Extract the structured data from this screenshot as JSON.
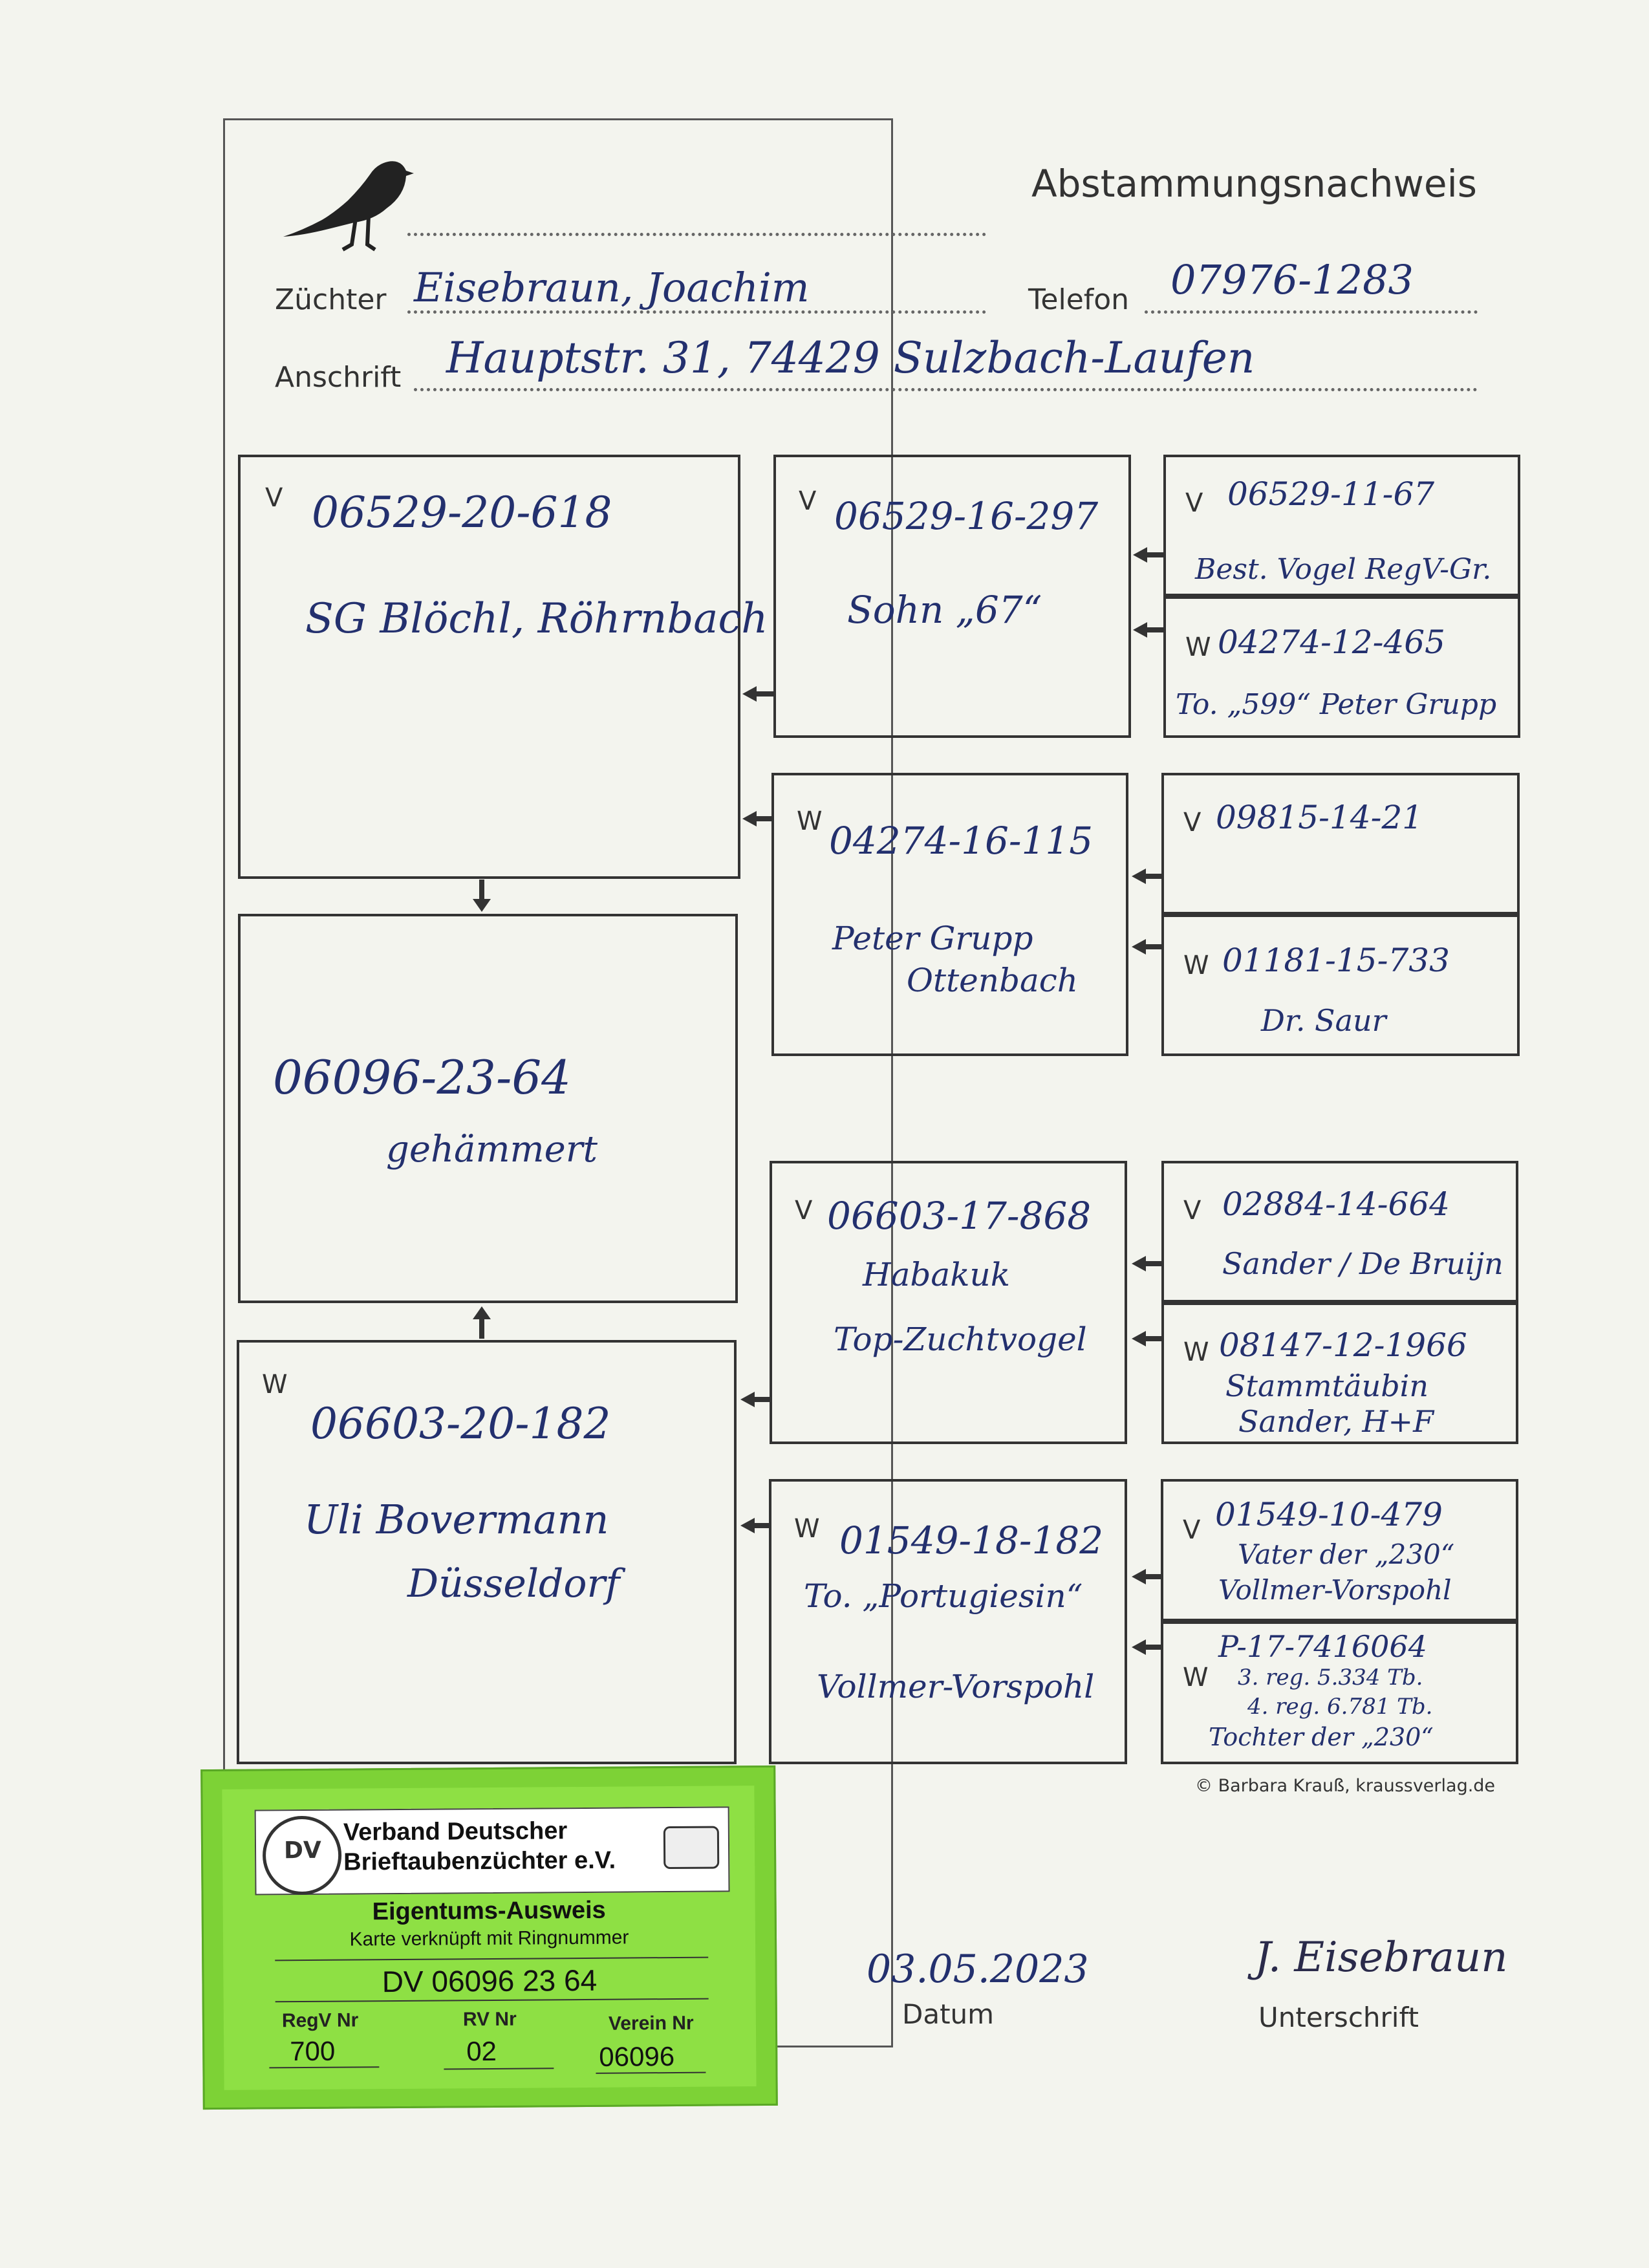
{
  "header": {
    "title": "Abstammungsnachweis",
    "zuechter_label": "Züchter",
    "zuechter_value": "Eisebraun, Joachim",
    "telefon_label": "Telefon",
    "telefon_value": "07976-1283",
    "anschrift_label": "Anschrift",
    "anschrift_value": "Hauptstr. 31, 74429 Sulzbach-Laufen"
  },
  "subject": {
    "ring": "06096-23-64",
    "note": "gehämmert"
  },
  "father": {
    "sex": "V",
    "ring": "06529-20-618",
    "line1": "SG Blöchl, Röhrnbach"
  },
  "mother": {
    "sex": "W",
    "ring": "06603-20-182",
    "line1": "Uli Bovermann",
    "line2": "Düsseldorf"
  },
  "gp_vv": {
    "sex": "V",
    "ring": "06529-16-297",
    "line1": "Sohn „67“"
  },
  "gp_vw": {
    "sex": "W",
    "ring": "04274-16-115",
    "line1": "Peter Grupp",
    "line2": "Ottenbach"
  },
  "gp_wv": {
    "sex": "V",
    "ring": "06603-17-868",
    "line1": "Habakuk",
    "line2": "Top-Zuchtvogel"
  },
  "gp_ww": {
    "sex": "W",
    "ring": "01549-18-182",
    "line1": "To. „Portugiesin“",
    "line2": "Vollmer-Vorspohl"
  },
  "ggp": [
    {
      "sex": "V",
      "ring": "06529-11-67",
      "line1": "Best. Vogel RegV-Gr."
    },
    {
      "sex": "W",
      "ring": "04274-12-465",
      "line1": "To. „599“ Peter Grupp"
    },
    {
      "sex": "V",
      "ring": "09815-14-21",
      "line1": ""
    },
    {
      "sex": "W",
      "ring": "01181-15-733",
      "line1": "Dr. Saur"
    },
    {
      "sex": "V",
      "ring": "02884-14-664",
      "line1": "Sander / De Bruijn"
    },
    {
      "sex": "W",
      "ring": "08147-12-1966",
      "line1": "Stammtäubin",
      "line2": "Sander, H+F"
    },
    {
      "sex": "V",
      "ring": "01549-10-479",
      "line1": "Vater der „230“",
      "line2": "Vollmer-Vorspohl"
    },
    {
      "sex": "W",
      "ring": "P-17-7416064",
      "line1": "3. reg. 5.334 Tb.",
      "line2": "4. reg. 6.781 Tb.",
      "line3": "Tochter der „230“"
    }
  ],
  "copyright": "© Barbara Krauß, kraussverlag.de",
  "footer": {
    "date_value": "03.05.2023",
    "date_label": "Datum",
    "signature_label": "Unterschrift",
    "signature_value": "J. Eisebraun"
  },
  "card": {
    "org_line1": "Verband Deutscher",
    "org_line2": "Brieftaubenzüchter e.V.",
    "title": "Eigentums-Ausweis",
    "subtitle": "Karte verknüpft mit Ringnummer",
    "ring": "DV 06096 23 64",
    "regv_label": "RegV Nr",
    "regv_value": "700",
    "rv_label": "RV Nr",
    "rv_value": "02",
    "verein_label": "Verein Nr",
    "verein_value": "06096",
    "logo_text": "DV"
  },
  "colors": {
    "card_green": "#8ee044",
    "ink_blue": "#23306e",
    "paper": "#f3f4ee"
  }
}
